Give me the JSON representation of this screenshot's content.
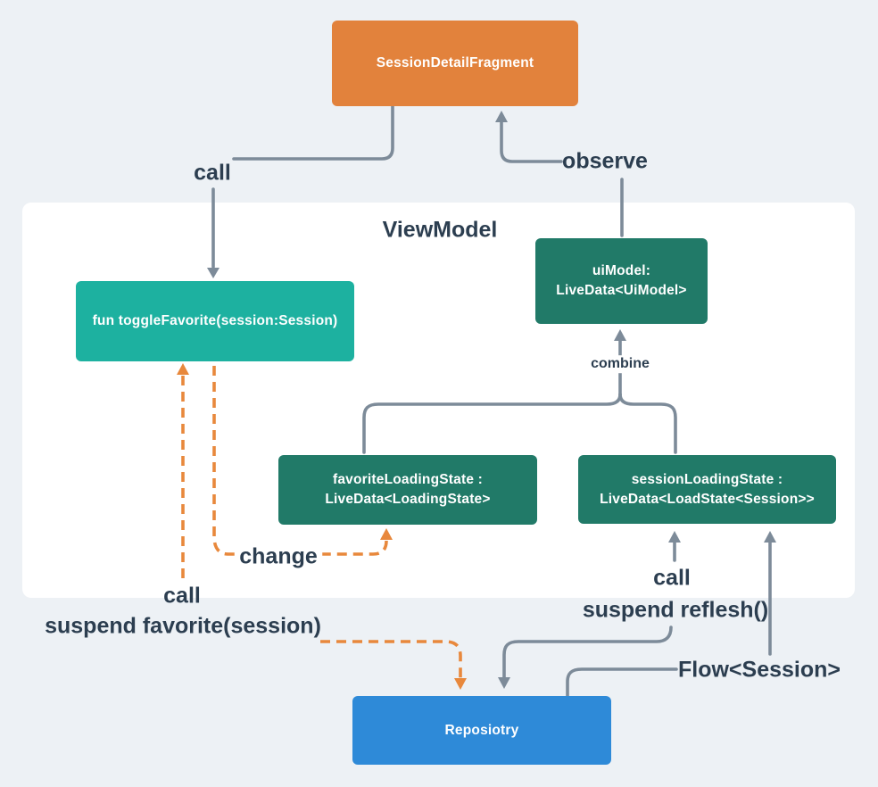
{
  "colors": {
    "background": "#edf1f5",
    "container": "#ffffff",
    "fragment_node": "#e2823c",
    "function_node": "#1db1a0",
    "livedata_node": "#217a68",
    "repository_node": "#2e8ad8",
    "wire_gray": "#7d8b99",
    "wire_orange": "#e8883c",
    "label_text": "#2c3e50"
  },
  "viewmodel_container": {
    "title": "ViewModel"
  },
  "nodes": {
    "fragment": {
      "label": "SessionDetailFragment"
    },
    "toggle_favorite": {
      "label": "fun toggleFavorite(session:Session)"
    },
    "ui_model": {
      "line1": "uiModel:",
      "line2": "LiveData<UiModel>"
    },
    "favorite_loading_state": {
      "line1": "favoriteLoadingState :",
      "line2": "LiveData<LoadingState>"
    },
    "session_loading_state": {
      "line1": "sessionLoadingState :",
      "line2": "LiveData<LoadState<Session>>"
    },
    "repository": {
      "label": "Reposiotry"
    }
  },
  "labels": {
    "call_fragment": "call",
    "observe": "observe",
    "combine": "combine",
    "change": "change",
    "call_favorite": "call",
    "suspend_favorite": "suspend favorite(session)",
    "call_refresh": "call",
    "suspend_reflesh": "suspend reflesh()",
    "flow_session": "Flow<Session>"
  }
}
